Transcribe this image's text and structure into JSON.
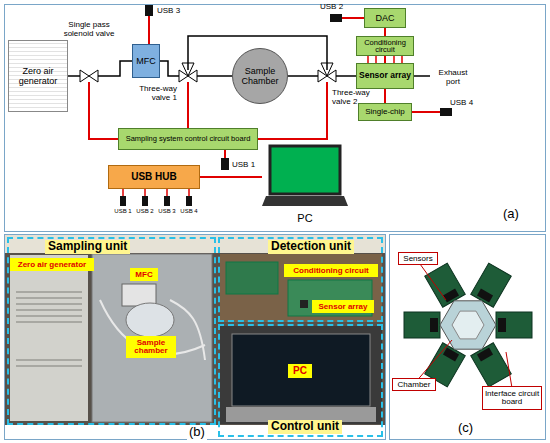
{
  "diagram": {
    "nodes": [
      {
        "text": [
          "(a)"
        ]
      },
      {
        "text": [
          "Zero air generator"
        ],
        "in": 0
      },
      {
        "text": [
          "Single pass solenoid valve"
        ],
        "in": 0
      },
      {
        "text": [
          "MFC"
        ],
        "in": 0
      },
      {
        "text": [
          "Three-way valve 1"
        ],
        "in": 0
      },
      {
        "text": [
          "Sample Chamber"
        ],
        "in": 0
      },
      {
        "text": [
          "Three-way valve 2"
        ],
        "in": 0
      },
      {
        "text": [
          "DAC"
        ],
        "in": 0
      },
      {
        "text": [
          "Conditioning circuit"
        ],
        "in": 0
      },
      {
        "text": [
          "Sensor array"
        ],
        "in": 0
      },
      {
        "text": [
          "Single-chip"
        ],
        "in": 0
      },
      {
        "text": [
          "Sampling system control circuit board"
        ],
        "in": 0
      },
      {
        "text": [
          "USB HUB"
        ],
        "in": 0
      },
      {
        "text": [
          "PC"
        ],
        "in": 0
      },
      {
        "text": [
          "(b)"
        ]
      },
      {
        "text": [
          "Sampling unit"
        ],
        "in": 14
      },
      {
        "text": [
          "Zero air generator"
        ],
        "in": 15
      },
      {
        "text": [
          "MFC"
        ],
        "in": 15
      },
      {
        "text": [
          "Sample chamber"
        ],
        "in": 15
      },
      {
        "text": [
          "Detection unit"
        ],
        "in": 14
      },
      {
        "text": [
          "Conditioning circuit"
        ],
        "in": 19
      },
      {
        "text": [
          "Sensor array"
        ],
        "in": 19
      },
      {
        "text": [
          "Control unit"
        ],
        "in": 14
      },
      {
        "text": [
          "PC"
        ],
        "in": 22
      },
      {
        "text": [
          "(c)"
        ]
      },
      {
        "text": [
          "Sensors"
        ],
        "in": 24
      },
      {
        "text": [
          "Chamber"
        ],
        "in": 24
      },
      {
        "text": [
          "Interface circuit board"
        ],
        "in": 24
      }
    ],
    "edges": [
      {
        "from": 1,
        "to": 2,
        "arrow": "none"
      },
      {
        "from": 2,
        "to": 3,
        "arrow": "none"
      },
      {
        "from": 3,
        "to": 4,
        "arrow": "none"
      },
      {
        "from": 4,
        "to": 5,
        "arrow": "none"
      },
      {
        "from": 5,
        "to": 6,
        "arrow": "none"
      },
      {
        "from": 4,
        "to": 6,
        "arrow": "none"
      },
      {
        "from": 6,
        "to": 9,
        "arrow": "none"
      },
      {
        "from": 7,
        "to": 8,
        "arrow": "none"
      },
      {
        "from": 8,
        "to": 9,
        "arrow": "none"
      },
      {
        "from": 9,
        "to": 10,
        "arrow": "none"
      },
      {
        "from": 11,
        "to": 2,
        "arrow": "none"
      },
      {
        "from": 11,
        "to": 4,
        "arrow": "none"
      },
      {
        "from": 11,
        "to": 6,
        "arrow": "none"
      },
      {
        "from": 12,
        "to": 13,
        "arrow": "none"
      }
    ],
    "labels": [
      "USB 3",
      "USB 2",
      "USB 4",
      "USB 1",
      "Exhaust port",
      "USB 1",
      "USB 2",
      "USB 3",
      "USB 4"
    ]
  }
}
